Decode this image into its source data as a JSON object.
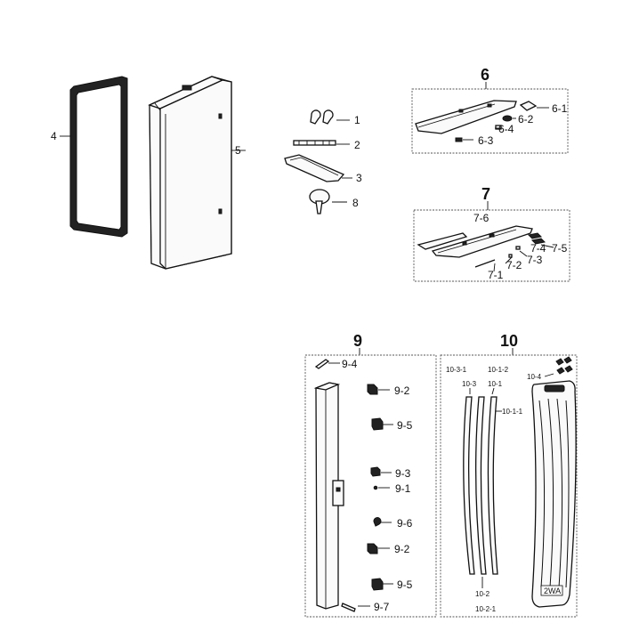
{
  "callouts": {
    "c4": "4",
    "c5": "5",
    "c1": "1",
    "c2": "2",
    "c3": "3",
    "c8": "8",
    "c6": "6",
    "c6_1": "6-1",
    "c6_2": "6-2",
    "c6_4": "6-4",
    "c6_3": "6-3",
    "c7": "7",
    "c7_6": "7-6",
    "c7_4": "7-4",
    "c7_5": "7-5",
    "c7_3": "7-3",
    "c7_2": "7-2",
    "c7_1": "7-1",
    "c9": "9",
    "c9_4": "9-4",
    "c9_2a": "9-2",
    "c9_5a": "9-5",
    "c9_3": "9-3",
    "c9_1": "9-1",
    "c9_6": "9-6",
    "c9_2b": "9-2",
    "c9_5b": "9-5",
    "c9_7": "9-7",
    "c10": "10",
    "c10_3_1": "10-3-1",
    "c10_1_2": "10-1-2",
    "c10_4": "10-4",
    "c10_3": "10-3",
    "c10_1": "10-1",
    "c10_1_1": "10-1-1",
    "c10_2": "10-2",
    "c10_2_1": "10-2-1"
  },
  "stamp_text": "2WA"
}
